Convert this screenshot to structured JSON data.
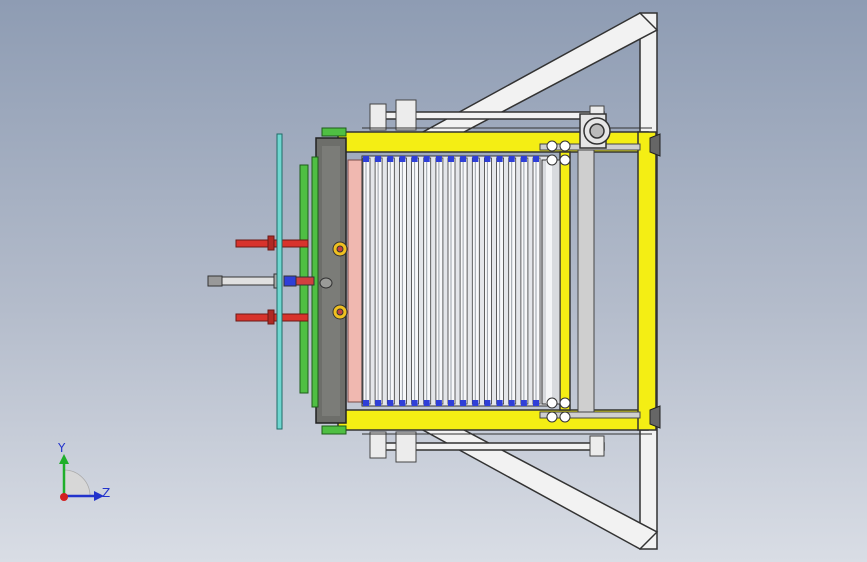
{
  "triad": {
    "y_label": "Y",
    "z_label": "Z"
  },
  "colors": {
    "frame_yellow": "#f4ee14",
    "support_white": "#f2f2f2",
    "plate_dark": "#6d6e6a",
    "guide_red": "#d8332c",
    "panel_teal": "#6fd6d0",
    "bracket_green": "#4fbf43",
    "tooth_blue": "#2f3fd8",
    "pink_side": "#f0b8b0"
  },
  "roller_count": 15
}
